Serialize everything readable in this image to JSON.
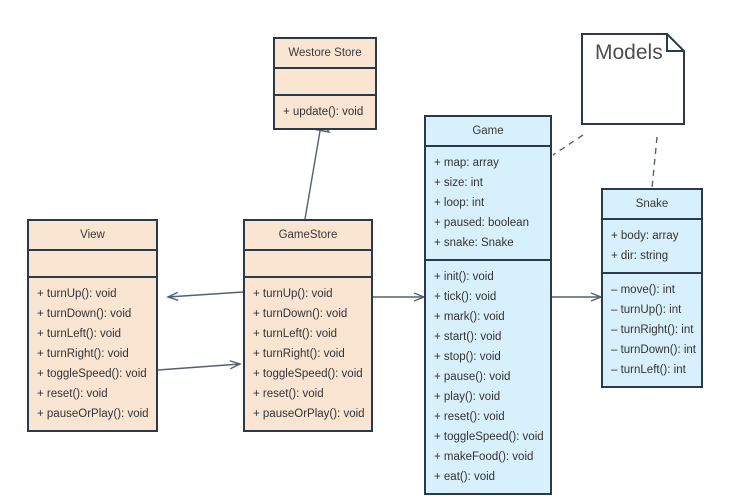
{
  "diagram": {
    "type": "uml-class-diagram",
    "background": "#ffffff",
    "palette": {
      "store_fill": "#fae5d3",
      "model_fill": "#d8f0fb",
      "note_fill": "#ffffff",
      "border": "#2b3a4a",
      "edge": "#54616e",
      "text": "#333333"
    }
  },
  "classes": {
    "westore_store": {
      "name": "Westore Store",
      "attributes": [],
      "methods": [
        "+ update(): void"
      ]
    },
    "view": {
      "name": "View",
      "attributes": [],
      "methods": [
        "+ turnUp(): void",
        "+ turnDown(): void",
        "+ turnLeft(): void",
        "+ turnRight(): void",
        "+ toggleSpeed(): void",
        "+ reset(): void",
        "+ pauseOrPlay(): void"
      ]
    },
    "game_store": {
      "name": "GameStore",
      "attributes": [],
      "methods": [
        "+ turnUp(): void",
        "+ turnDown(): void",
        "+ turnLeft(): void",
        "+ turnRight(): void",
        "+ toggleSpeed(): void",
        "+ reset(): void",
        "+ pauseOrPlay(): void"
      ]
    },
    "game": {
      "name": "Game",
      "attributes": [
        "+ map: array",
        "+ size: int",
        "+ loop: int",
        "+ paused: boolean",
        "+ snake: Snake"
      ],
      "methods": [
        "+ init(): void",
        "+ tick(): void",
        "+ mark(): void",
        "+ start(): void",
        "+ stop(): void",
        "+ pause(): void",
        "+ play(): void",
        "+ reset(): void",
        "+ toggleSpeed(): void",
        "+ makeFood(): void",
        "+ eat(): void"
      ]
    },
    "snake": {
      "name": "Snake",
      "attributes": [
        "+ body: array",
        "+ dir: string"
      ],
      "methods": [
        "– move(): int",
        "– turnUp(): int",
        "– turnRight(): int",
        "– turnDown(): int",
        "– turnLeft(): int"
      ]
    }
  },
  "notes": {
    "models": {
      "label": "Models"
    }
  },
  "relationships": [
    {
      "from": "game_store",
      "to": "westore_store",
      "kind": "generalization"
    },
    {
      "from": "game_store",
      "to": "view",
      "kind": "association"
    },
    {
      "from": "view",
      "to": "game_store",
      "kind": "association"
    },
    {
      "from": "game_store",
      "to": "game",
      "kind": "association"
    },
    {
      "from": "game",
      "to": "snake",
      "kind": "association"
    },
    {
      "from": "models",
      "to": "game",
      "kind": "dependency"
    },
    {
      "from": "models",
      "to": "snake",
      "kind": "dependency"
    }
  ]
}
